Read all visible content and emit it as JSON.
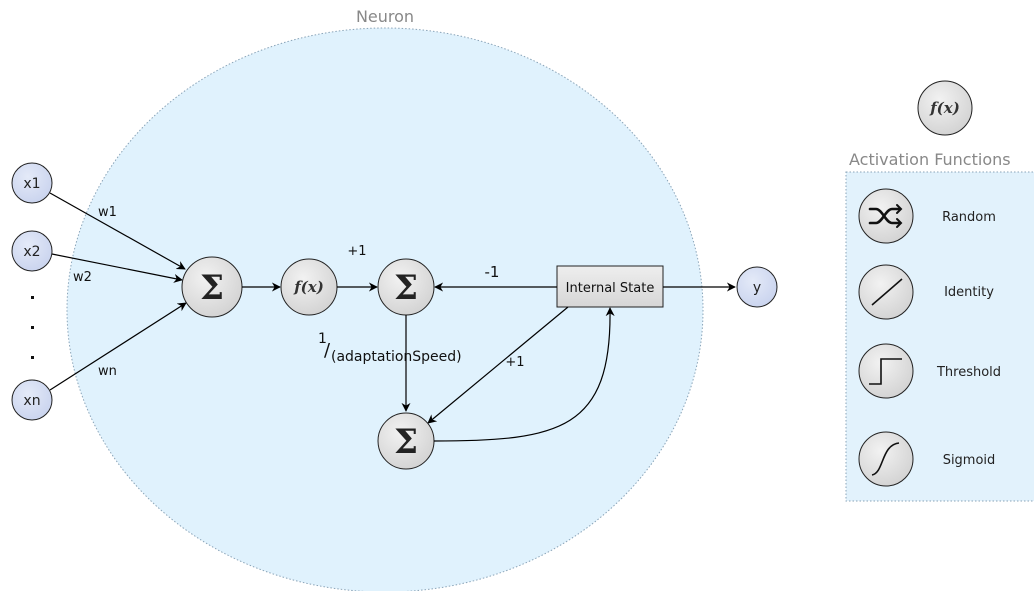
{
  "neuron_label": "Neuron",
  "inputs": [
    {
      "label": "x1",
      "weight": "w1"
    },
    {
      "label": "x2",
      "weight": "w2"
    },
    {
      "label": "xn",
      "weight": "wn"
    }
  ],
  "output_label": "y",
  "internal_state_label": "Internal State",
  "edge_labels": {
    "plus_one_top": "+1",
    "minus_one": "-1",
    "plus_one_diag": "+1",
    "adapt_numerator": "1",
    "adapt_slash": "/",
    "adapt_denominator": "(adaptationSpeed)"
  },
  "glyphs": {
    "sigma": "Σ",
    "fx": "f(x)"
  },
  "activation_functions": {
    "title": "Activation Functions",
    "items": [
      {
        "label": "Random",
        "icon": "shuffle-icon"
      },
      {
        "label": "Identity",
        "icon": "identity-line-icon"
      },
      {
        "label": "Threshold",
        "icon": "step-icon"
      },
      {
        "label": "Sigmoid",
        "icon": "sigmoid-curve-icon"
      }
    ]
  },
  "colors": {
    "neuron_fill": "#e0f2fd",
    "input_fill": "#d5ddf3",
    "node_fill": "#e2e2e2",
    "legend_fill": "#e2f2fc"
  }
}
